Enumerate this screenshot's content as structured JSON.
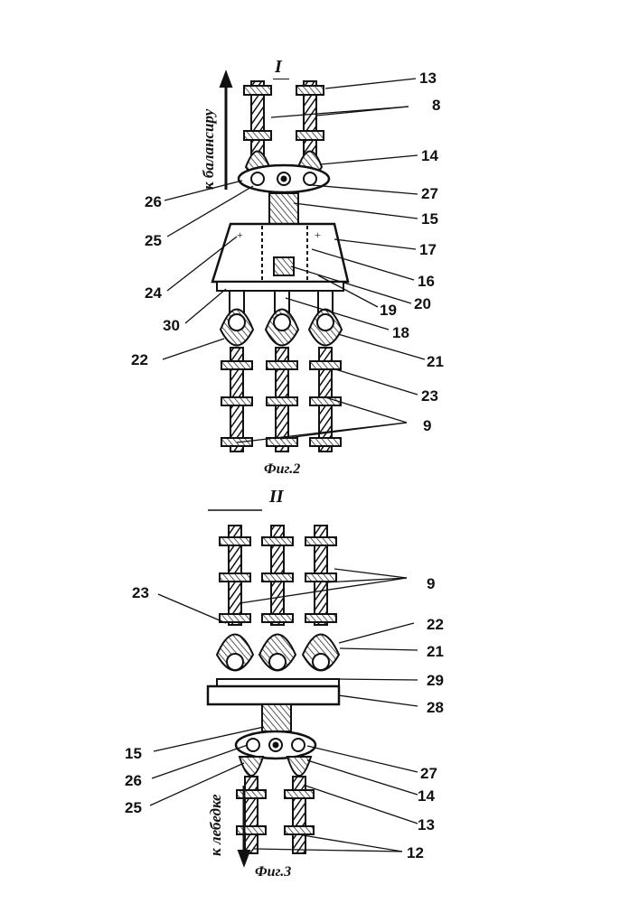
{
  "figure2": {
    "roman": "I",
    "caption": "Фиг.2",
    "direction": "к балансиру",
    "labels": [
      "13",
      "8",
      "14",
      "26",
      "27",
      "15",
      "25",
      "17",
      "16",
      "24",
      "20",
      "19",
      "30",
      "18",
      "22",
      "21",
      "23",
      "9"
    ]
  },
  "figure3": {
    "roman": "II",
    "caption": "Фиг.3",
    "direction": "к лебедке",
    "labels": [
      "23",
      "9",
      "22",
      "21",
      "29",
      "28",
      "15",
      "27",
      "26",
      "14",
      "25",
      "13",
      "12"
    ]
  },
  "colors": {
    "ink": "#111111",
    "paper": "#ffffff"
  }
}
